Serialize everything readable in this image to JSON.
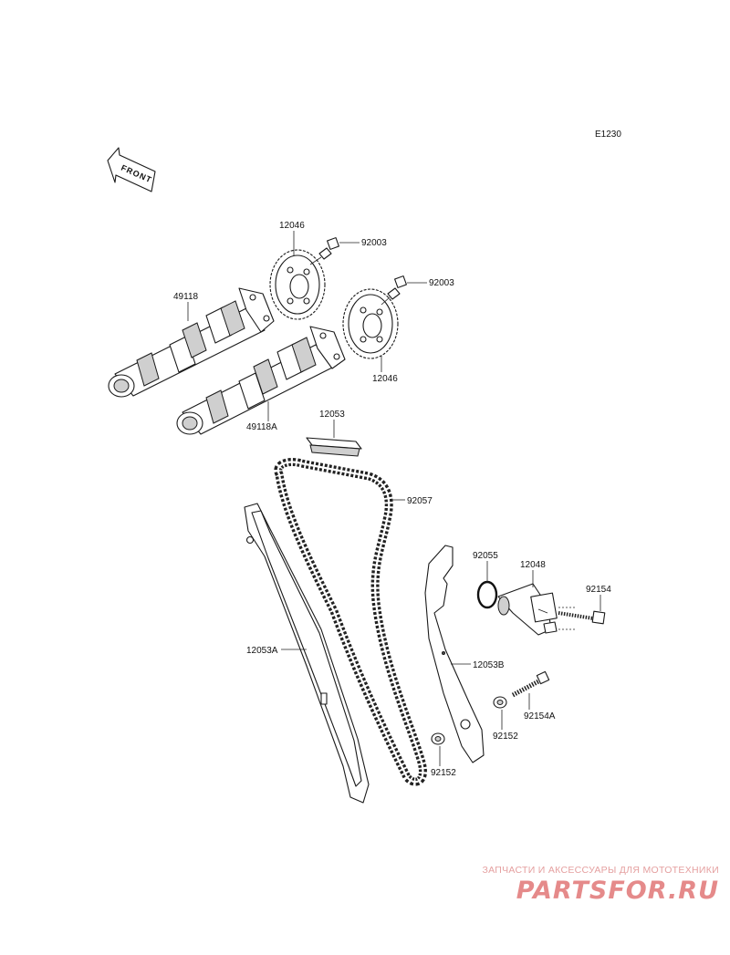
{
  "diagram": {
    "ref_code": "E1230",
    "front_label": "FRONT",
    "part_labels": {
      "sprocket_top": "12046",
      "bolt_top": "92003",
      "camshaft_b": "49118",
      "bolt_mid": "92003",
      "sprocket_lower": "12046",
      "camshaft_a": "49118A",
      "guide_top": "12053",
      "chain": "92057",
      "guide_left": "12053A",
      "oring": "92055",
      "tensioner": "12048",
      "tensioner_bolt": "92154",
      "guide_right": "12053B",
      "bolt_long": "92154A",
      "collar_right": "92152",
      "collar_left": "92152"
    }
  },
  "watermark": {
    "tagline": "ЗАПЧАСТИ И АКСЕССУАРЫ ДЛЯ МОТОТЕХНИКИ",
    "logo": "PARTSFOR.RU",
    "color": "#e58a8a"
  }
}
